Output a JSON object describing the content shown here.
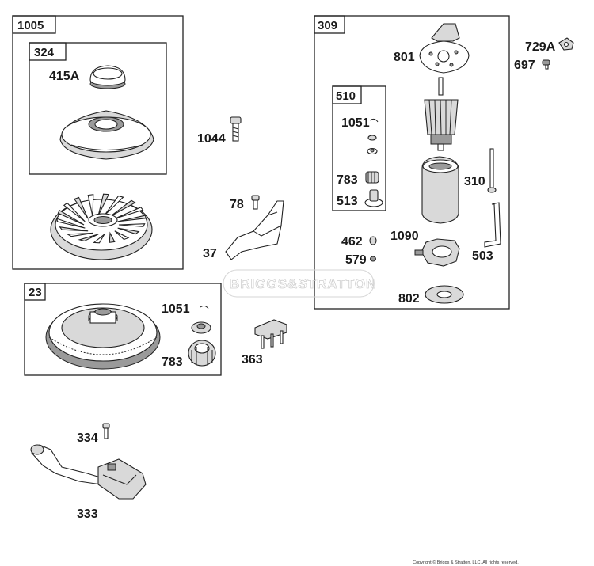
{
  "groups": {
    "g1005": "1005",
    "g324": "324",
    "g309": "309",
    "g510": "510",
    "g23": "23"
  },
  "parts": {
    "p415A": "415A",
    "p1044": "1044",
    "p78": "78",
    "p37": "37",
    "p801": "801",
    "p729A": "729A",
    "p697": "697",
    "p1051_510": "1051",
    "p783_510": "783",
    "p513": "513",
    "p310": "310",
    "p462": "462",
    "p1090": "1090",
    "p579": "579",
    "p503": "503",
    "p802": "802",
    "p1051_23": "1051",
    "p783_23": "783",
    "p363": "363",
    "p334": "334",
    "p333": "333"
  },
  "watermark": "BRIGGS&STRATTON",
  "copyright": "Copyright © Briggs & Stratton, LLC. All rights reserved."
}
